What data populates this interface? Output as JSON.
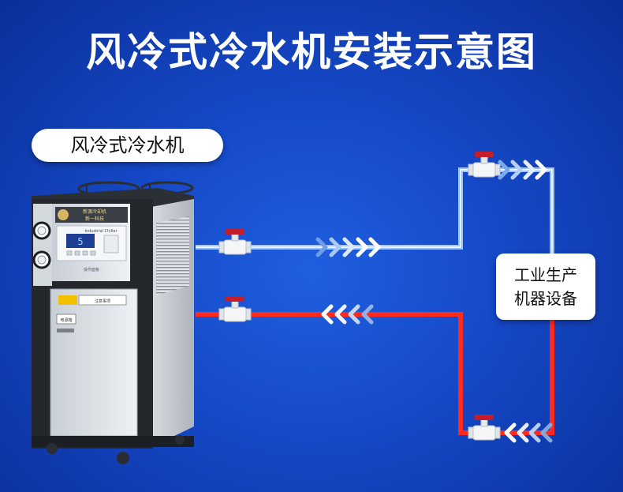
{
  "title": "风冷式冷水机安装示意图",
  "chiller_label": "风冷式冷水机",
  "equipment_label_line1": "工业生产",
  "equipment_label_line2": "机器设备",
  "chiller_panel": {
    "brand_text": "新源冷却机",
    "brand_sub": "新一科技",
    "model_text": "Industrial Chiller",
    "display_value": "5",
    "panel_caption": "操作面板",
    "warning_text": "注意事项",
    "side_label": "电源箱"
  },
  "colors": {
    "supply_pipe": "#9ec4ff",
    "return_pipe": "#ff2b1f",
    "valve_handle": "#c41d2b",
    "background": "#1548c6"
  }
}
